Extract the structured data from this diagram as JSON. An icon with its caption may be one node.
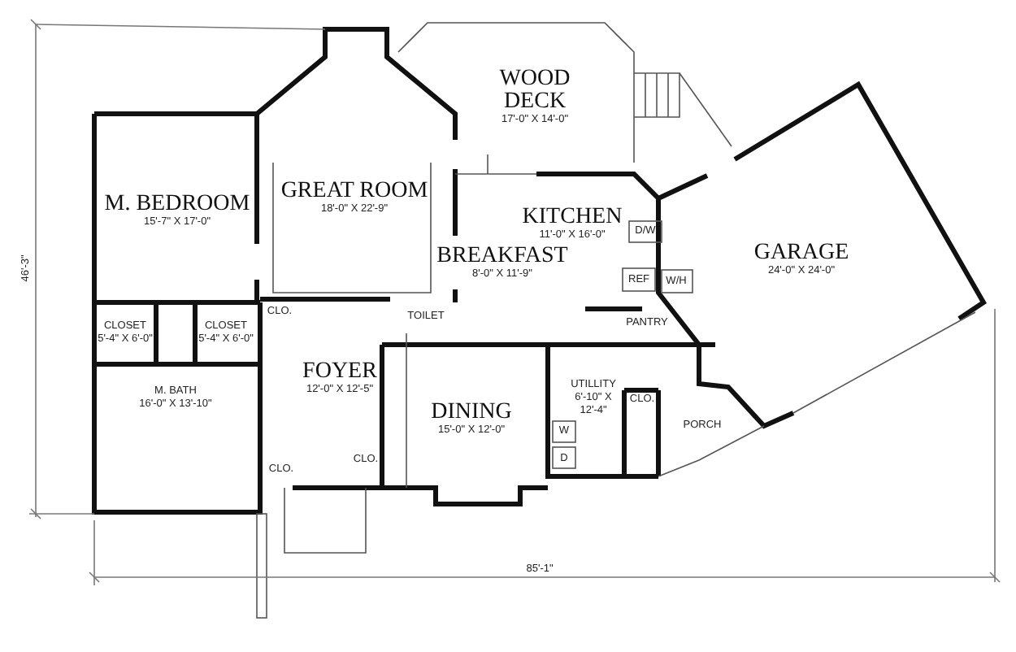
{
  "diagram": {
    "nodes": [
      {
        "text": [
          "WOOD DECK",
          "17'-0\" X 14'-0\""
        ]
      },
      {
        "text": [
          "GREAT ROOM",
          "18'-0\" X 22'-9\""
        ]
      },
      {
        "text": [
          "M. BEDROOM",
          "15'-7\" X 17'-0\""
        ]
      },
      {
        "text": [
          "KITCHEN",
          "11'-0\" X 16'-0\""
        ]
      },
      {
        "text": [
          "GARAGE",
          "24'-0\" X 24'-0\""
        ]
      },
      {
        "text": [
          "BREAKFAST",
          "8'-0\" X 11'-9\""
        ]
      },
      {
        "text": [
          "CLOSET",
          "5'-4\" X 6'-0\""
        ]
      },
      {
        "text": [
          "CLOSET",
          "5'-4\" X 6'-0\""
        ]
      },
      {
        "text": [
          "CLO."
        ]
      },
      {
        "text": [
          "TOILET"
        ]
      },
      {
        "text": [
          "PANTRY"
        ]
      },
      {
        "text": [
          "FOYER",
          "12'-0\" X 12'-5\""
        ]
      },
      {
        "text": [
          "UTILLITY",
          "6'-10\" X 12'-4\""
        ]
      },
      {
        "text": [
          "M. BATH",
          "16'-0\" X 13'-10\""
        ]
      },
      {
        "text": [
          "DINING",
          "15'-0\" X 12'-0\""
        ]
      },
      {
        "text": [
          "CLO."
        ]
      },
      {
        "text": [
          "PORCH"
        ]
      },
      {
        "text": [
          "CLO."
        ]
      },
      {
        "text": [
          "CLO."
        ]
      }
    ],
    "labels": [
      "46'-3\"",
      "D/W",
      "REF",
      "W/H",
      "W",
      "D",
      "85'-1\""
    ]
  }
}
